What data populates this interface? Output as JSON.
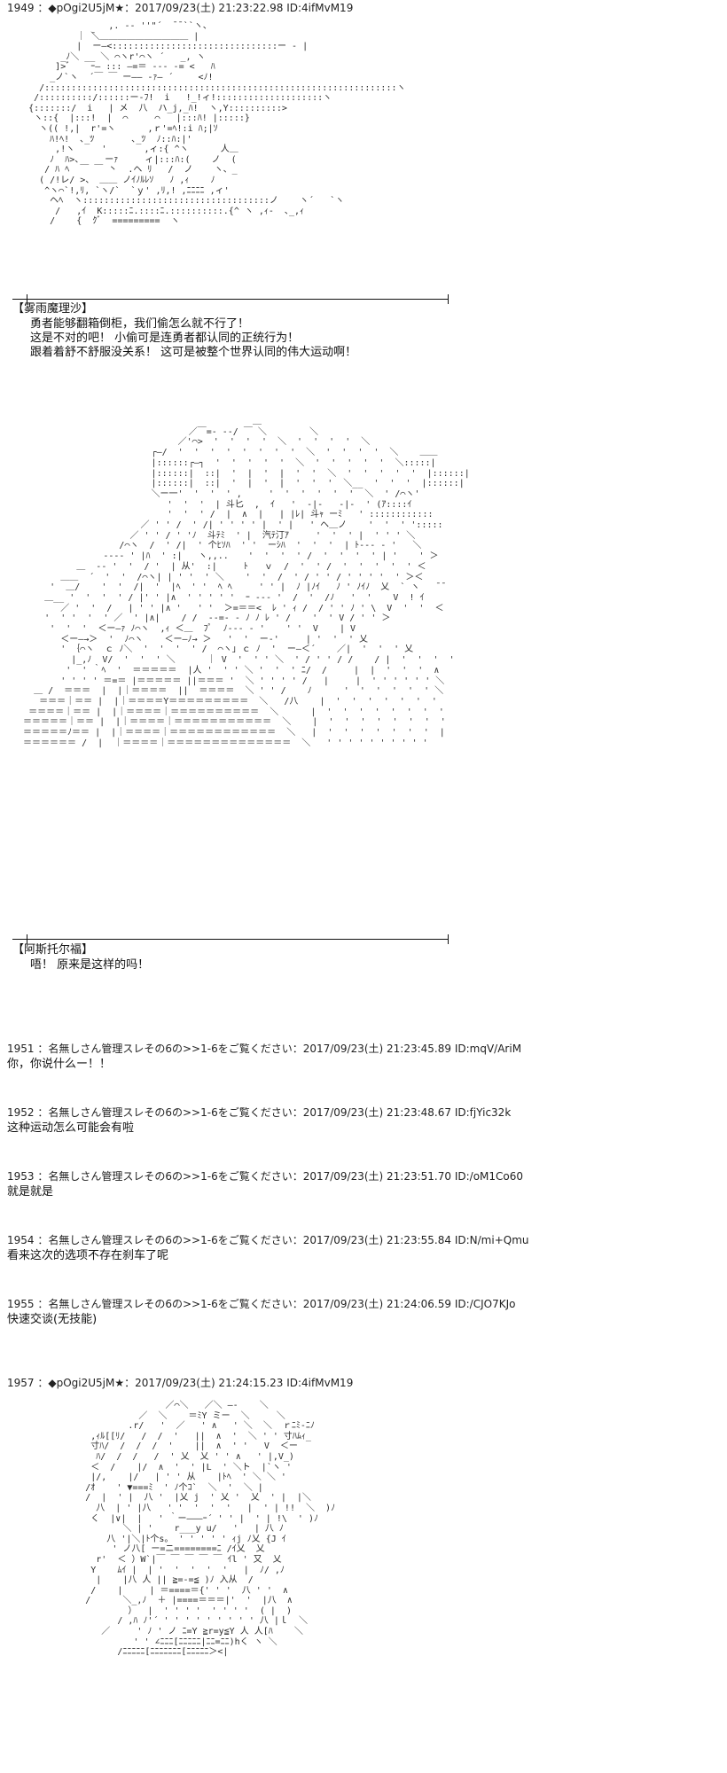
{
  "posts": [
    {
      "header": "1949 ：◆pOgi2U5jM★：2017/09/23(土) 21:23:22.98 ID:4ifMvM19",
      "speaker": "【雾雨魔理沙】",
      "lines": [
        "勇者能够翻箱倒柜，我们偷怎么就不行了！",
        "这是不对的吧！ 小偷可是连勇者都认同的正统行为！",
        "跟着着舒不舒服没关系！ 这可是被整个世界认同的伟大运动啊！"
      ]
    },
    {
      "speaker": "【阿斯托尔福】",
      "lines": [
        "唔！ 原来是这样的吗！"
      ]
    },
    {
      "header": "1951 ：名無しさん管理スレその6の>>1-6をご覧ください：2017/09/23(土) 21:23:45.89 ID:mqV/AriM",
      "body": "你，你说什么ー！！"
    },
    {
      "header": "1952 ：名無しさん管理スレその6の>>1-6をご覧ください：2017/09/23(土) 21:23:48.67 ID:fjYic32k",
      "body": "这种运动怎么可能会有啦"
    },
    {
      "header": "1953 ：名無しさん管理スレその6の>>1-6をご覧ください：2017/09/23(土) 21:23:51.70 ID:/oM1Co60",
      "body": "就是就是"
    },
    {
      "header": "1954 ：名無しさん管理スレその6の>>1-6をご覧ください：2017/09/23(土) 21:23:55.84 ID:N/mi+Qmu",
      "body": "看来这次的选项不存在刹车了呢"
    },
    {
      "header": "1955 ：名無しさん管理スレその6の>>1-6をご覧ください：2017/09/23(土) 21:24:06.59 ID:/CJO7KJo",
      "body": "快速交谈(无技能)"
    },
    {
      "header": "1957 ：◆pOgi2U5jM★：2017/09/23(土) 21:24:15.23 ID:4ifMvM19"
    }
  ]
}
